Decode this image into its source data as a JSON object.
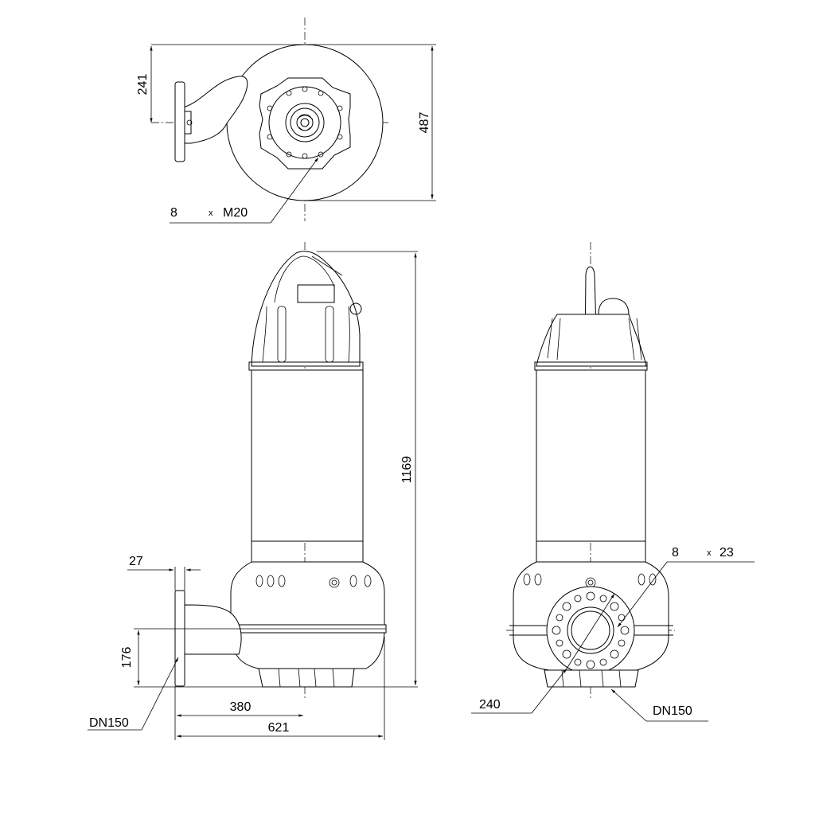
{
  "top_view": {
    "dim_241": "241",
    "dim_487": "487",
    "bolt_count": "8",
    "bolt_x": "x",
    "bolt_thread": "M20"
  },
  "front_view": {
    "dim_27": "27",
    "dim_176": "176",
    "dim_1169": "1169",
    "dim_380": "380",
    "dim_621": "621",
    "flange_label": "DN150"
  },
  "side_view": {
    "hole_count": "8",
    "hole_x": "x",
    "hole_diameter": "23",
    "pcd": "240",
    "flange_label": "DN150"
  }
}
